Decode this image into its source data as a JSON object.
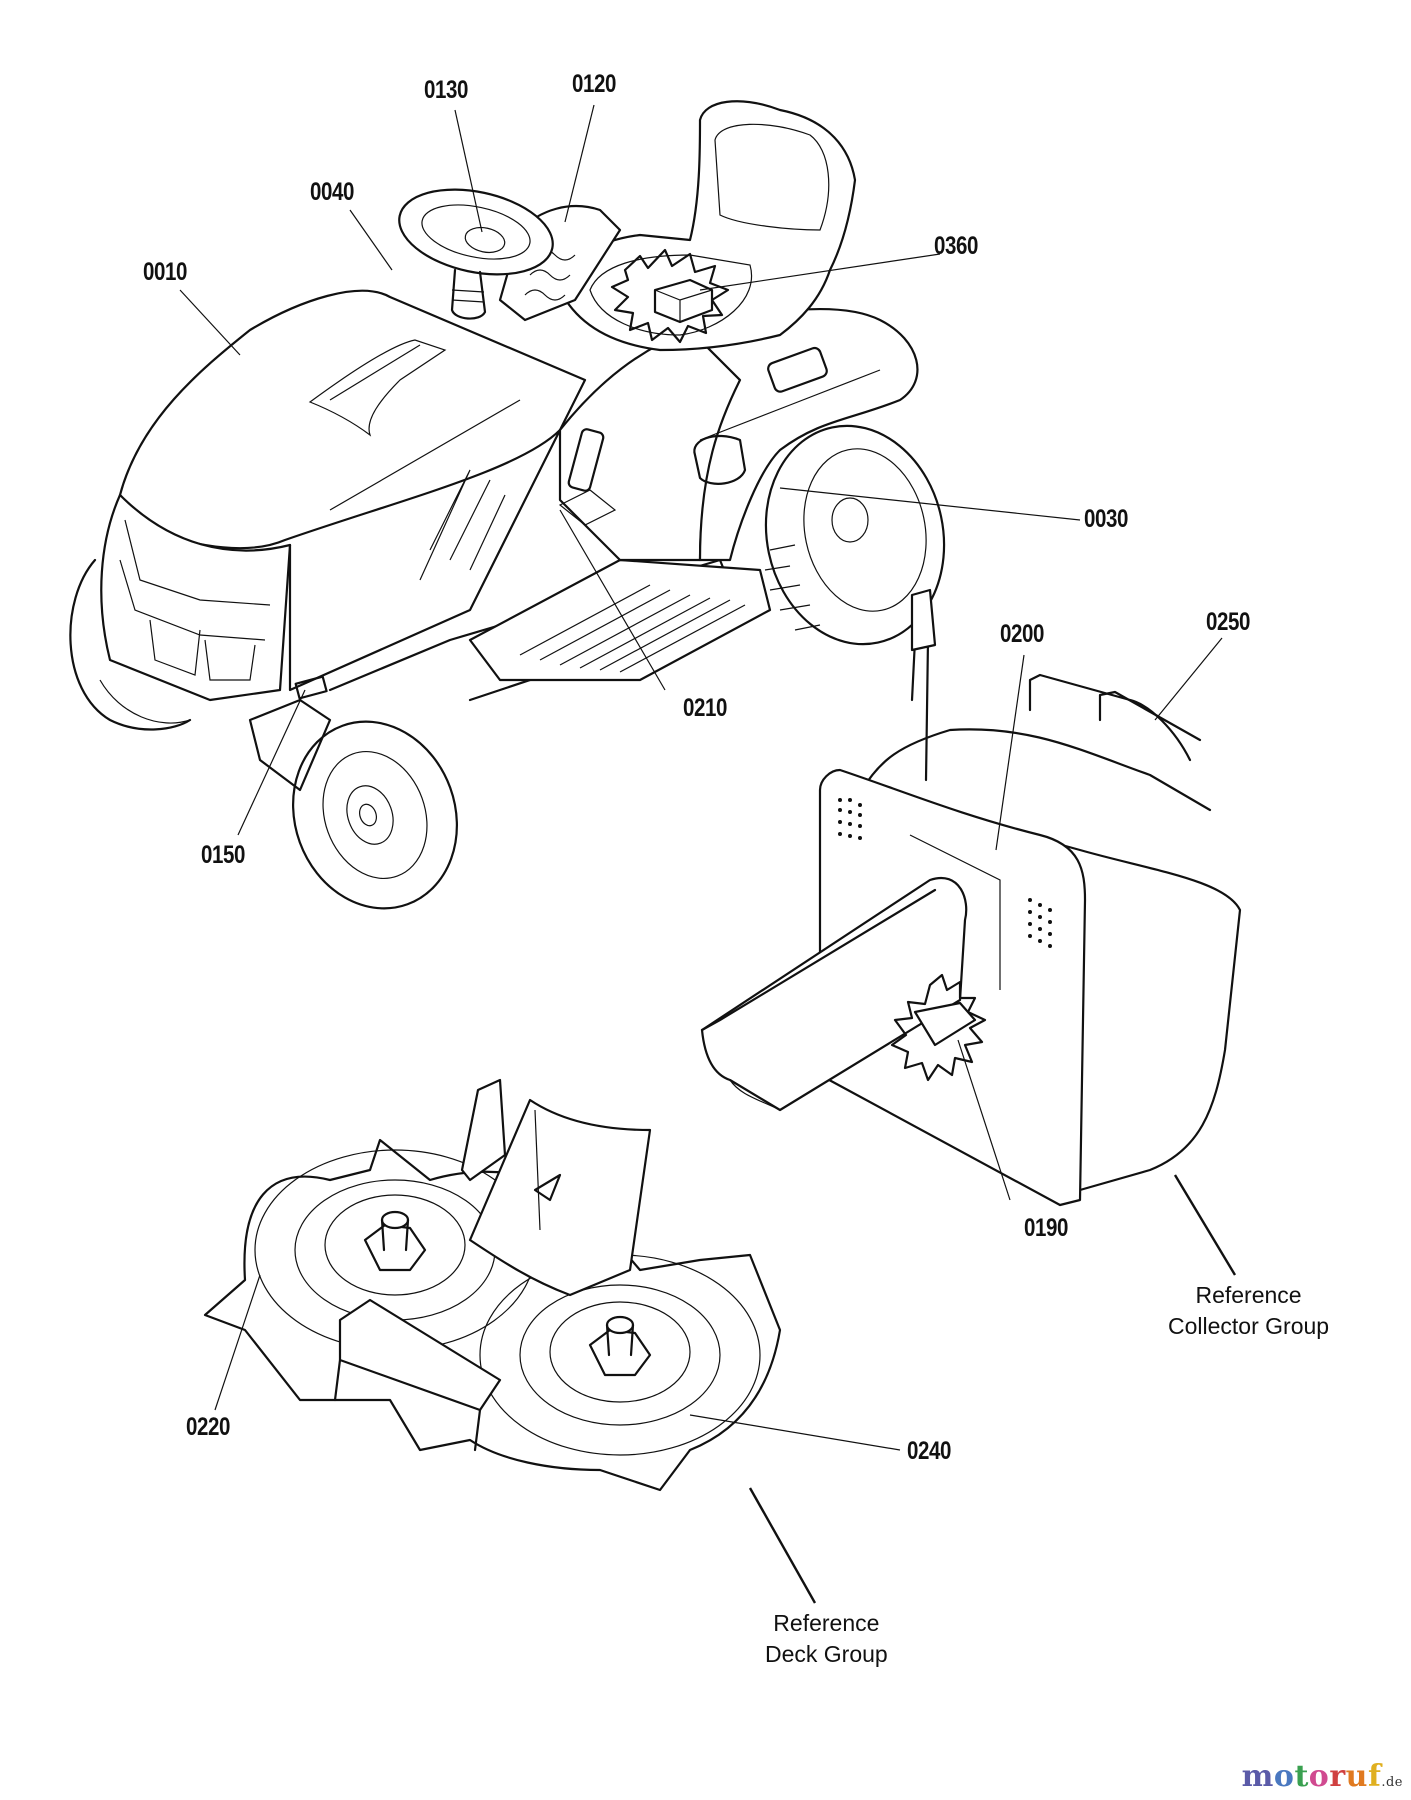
{
  "diagram": {
    "title": "Riding mower parts diagram (decals / labels)",
    "part_callouts": [
      {
        "id": "0010",
        "label": "0010",
        "target": "hood"
      },
      {
        "id": "0040",
        "label": "0040",
        "target": "dash-panel"
      },
      {
        "id": "0130",
        "label": "0130",
        "target": "steering-wheel"
      },
      {
        "id": "0120",
        "label": "0120",
        "target": "lever-console"
      },
      {
        "id": "0360",
        "label": "0360",
        "target": "seat-pan-kit"
      },
      {
        "id": "0030",
        "label": "0030",
        "target": "rear-fender"
      },
      {
        "id": "0210",
        "label": "0210",
        "target": "footrest-decal"
      },
      {
        "id": "0150",
        "label": "0150",
        "target": "front-frame-decal"
      },
      {
        "id": "0200",
        "label": "0200",
        "target": "collector-bag"
      },
      {
        "id": "0250",
        "label": "0250",
        "target": "collector-handle"
      },
      {
        "id": "0190",
        "label": "0190",
        "target": "collector-mount-plate"
      },
      {
        "id": "0220",
        "label": "0220",
        "target": "deck-left-housing"
      },
      {
        "id": "0240",
        "label": "0240",
        "target": "deck-right-housing"
      }
    ],
    "references": [
      {
        "id": "collector",
        "line1": "Reference",
        "line2": "Collector Group"
      },
      {
        "id": "deck",
        "line1": "Reference",
        "line2": "Deck Group"
      }
    ]
  },
  "watermark": {
    "letters": [
      {
        "ch": "m",
        "color": "#5a5aa8"
      },
      {
        "ch": "o",
        "color": "#4a78c0"
      },
      {
        "ch": "t",
        "color": "#3aa050"
      },
      {
        "ch": "o",
        "color": "#d04a90"
      },
      {
        "ch": "r",
        "color": "#d04040"
      },
      {
        "ch": "u",
        "color": "#e07a20"
      },
      {
        "ch": "f",
        "color": "#e0b020"
      }
    ],
    "tld": ".de"
  }
}
